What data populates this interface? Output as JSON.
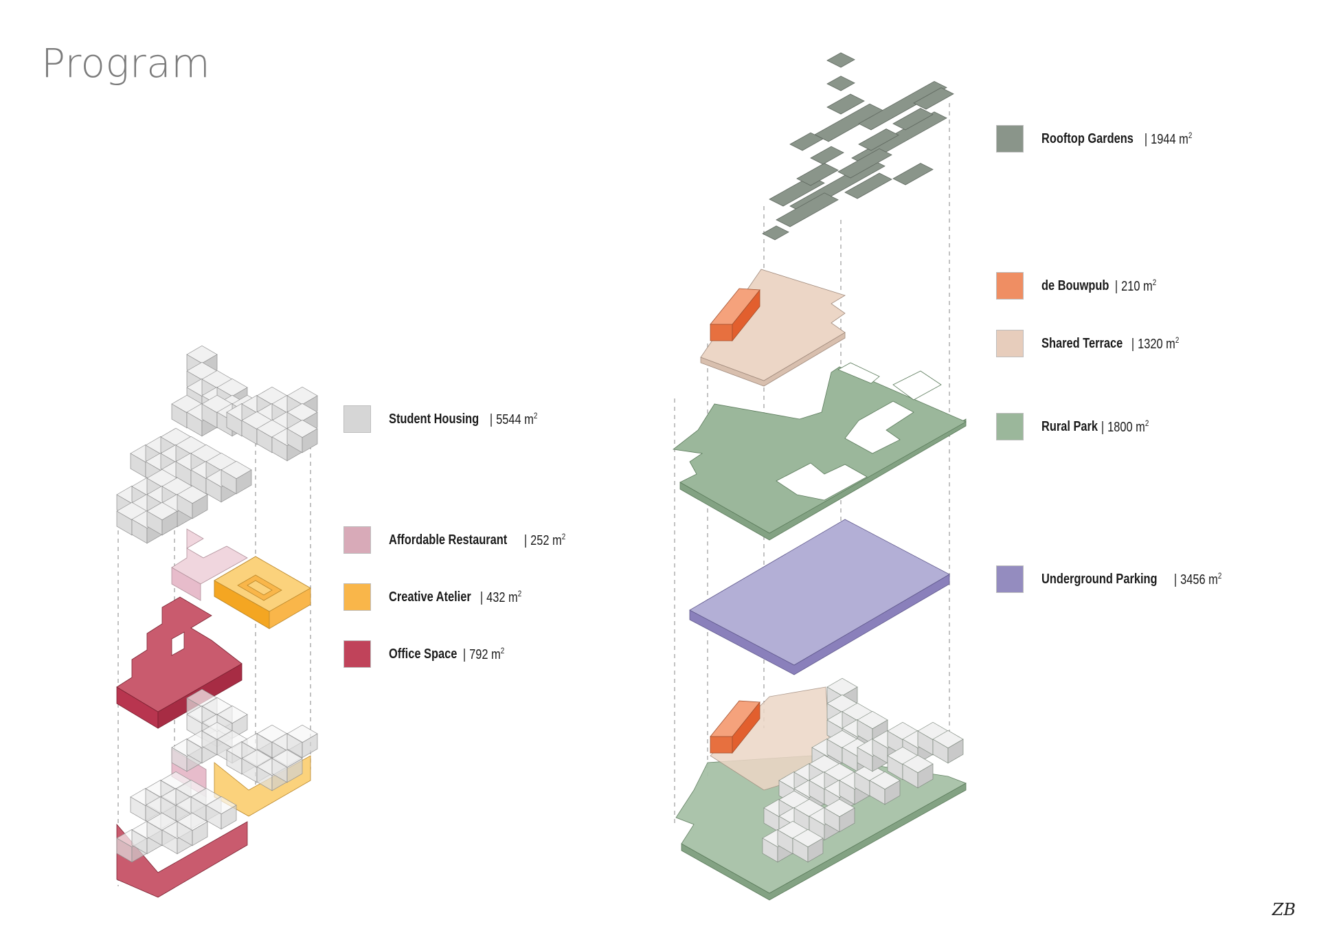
{
  "title": "Program",
  "unit": "m",
  "unit_sup": "2",
  "legend_left": [
    {
      "name": "Student Housing",
      "area": "5544",
      "color": "#d6d6d6"
    },
    {
      "name": "Affordable Restaurant",
      "area": "252",
      "color": "#d8aab8"
    },
    {
      "name": "Creative Atelier",
      "area": "432",
      "color": "#f9b64a"
    },
    {
      "name": "Office Space",
      "area": "792",
      "color": "#c0435a"
    }
  ],
  "legend_right": [
    {
      "name": "Rooftop Gardens",
      "area": "1944",
      "color": "#8a958a"
    },
    {
      "name": "de Bouwpub",
      "area": "210",
      "color": "#ef8e63"
    },
    {
      "name": "Shared Terrace",
      "area": "1320",
      "color": "#e7cdbc"
    },
    {
      "name": "Rural Park",
      "area": "1800",
      "color": "#9bb79b"
    },
    {
      "name": "Underground Parking",
      "area": "3456",
      "color": "#948cbf"
    }
  ],
  "signature": "ZB"
}
